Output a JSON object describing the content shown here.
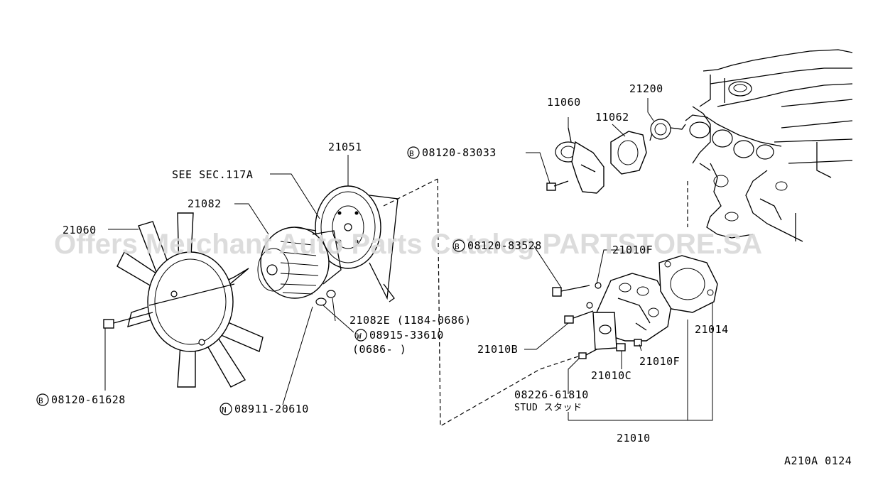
{
  "watermark": "Offers Merchant Auto Parts Catalog PARTSTORE.SA",
  "figure_code": "A210A 0124",
  "labels": {
    "p11060": "11060",
    "p11062": "11062",
    "p21200": "21200",
    "p21051": "21051",
    "see_sec": "SEE SEC.117A",
    "p21082": "21082",
    "p21060": "21060",
    "bolt_83033": "08120-83033",
    "bolt_83033_prefix": "B",
    "bolt_8x": "08120-83528",
    "bolt_8x_prefix": "B",
    "p21010f_top": "21010F",
    "p21082e": "21082E (1184-0686)",
    "washer": "08915-33610",
    "washer_prefix": "W",
    "washer_range": "(0686-   )",
    "p21010b": "21010B",
    "p21014": "21014",
    "p21010f": "21010F",
    "p21010c": "21010C",
    "stud": "08226-61810",
    "stud_name": "STUD スタッド",
    "bolt_61628": "08120-61628",
    "bolt_61628_prefix": "B",
    "nut": "08911-20610",
    "nut_prefix": "N",
    "p21010": "21010"
  }
}
